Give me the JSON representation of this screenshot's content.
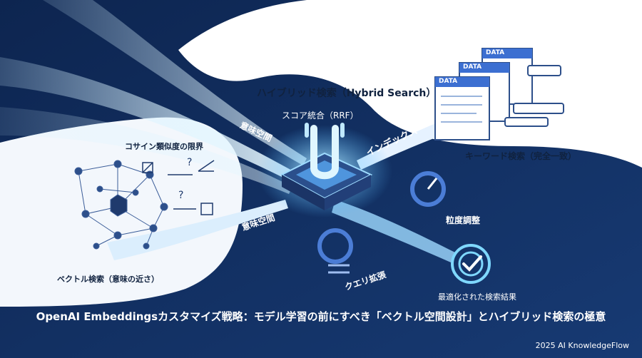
{
  "labels": {
    "hybrid_search": "ハイブリッド検索（Hybrid Search）",
    "score_fusion": "スコア統合（RRF）",
    "semantic_space_top": "意味空間",
    "semantic_space_bottom": "意味空間",
    "index": "インデックス",
    "cosine_limit": "コサイン類似度の限界",
    "keyword_search": "キーワード検索（完全一致）",
    "granularity": "粒度調整",
    "query_expansion": "クエリ拡張",
    "vector_search": "ベクトル検索（意味の近さ）",
    "optimized_results": "最適化された検索結果",
    "data_tag": "DATA"
  },
  "title": "OpenAI Embeddingsカスタマイズ戦略：モデル学習の前にすべき「ベクトル空間設計」とハイブリッド検索の極意",
  "footer": "2025 AI KnowledgeFlow",
  "colors": {
    "navy": "#0f2a55",
    "light_panel": "#ffffff",
    "glow": "#7fd8ff",
    "accent": "#3c6fd1"
  }
}
